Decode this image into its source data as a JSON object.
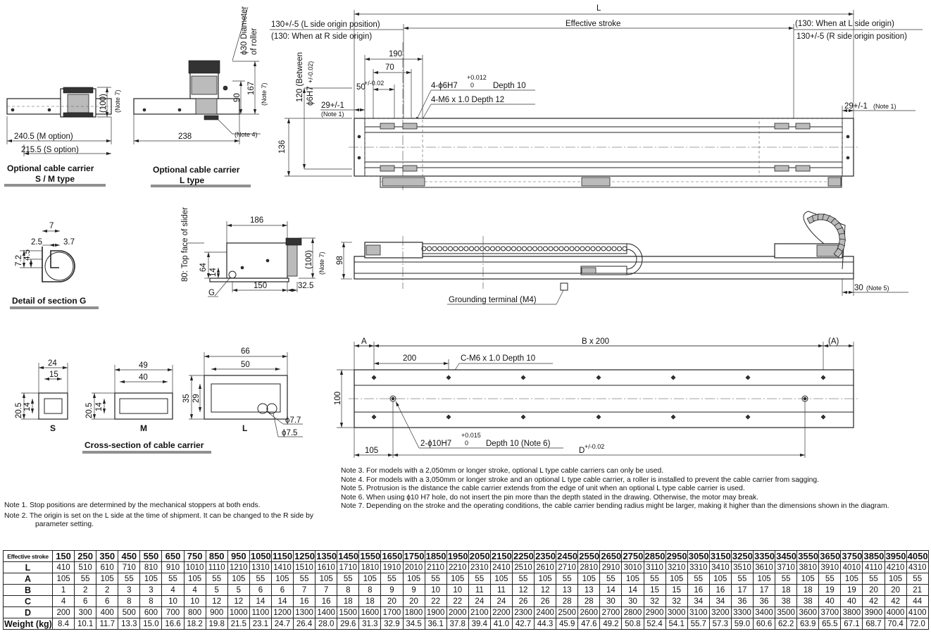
{
  "labels": {
    "L": "L",
    "origin_l_pos": "130+/-5 (L side origin position)",
    "origin_r": "(130: When at R side origin)",
    "effective_stroke": "Effective stroke",
    "origin_l": "(130: When at L side origin)",
    "origin_r_pos": "130+/-5 (R side origin position)",
    "d190": "190",
    "d70": "70",
    "d50": "50",
    "d50_tol": "+/-0.02",
    "hole_6h7": "4-ϕ6H7",
    "hole_6h7_tol_up": "+0.012",
    "hole_6h7_tol_dn": "0",
    "hole_6h7_depth": "Depth 10",
    "m6_depth12": "4-M6 x 1.0 Depth 12",
    "d29_left": "29+/-1",
    "note1_tag": "(Note 1)",
    "d29_right": "29+/-1",
    "note1_tag_r": "(Note 1)",
    "v120": "120 (Between",
    "v6h7": "ϕ6H7",
    "v6h7_tol": "+/-0.02)",
    "v136": "136",
    "phi30": "ϕ30 Diameter",
    "of_roller": "of roller",
    "v167": "167",
    "note7_a": "(Note 7)",
    "v90": "90",
    "note4_tag": "(Note 4)",
    "d238": "238",
    "v100_sm": "(100)",
    "note7_b": "(Note 7)",
    "d240": "240.5 (M option)",
    "d215": "215.5 (S option)",
    "cap_sm_1": "Optional cable carrier",
    "cap_sm_2": "S / M type",
    "cap_l_1": "Optional cable carrier",
    "cap_l_2": "L type",
    "g7": "7",
    "g25": "2.5",
    "g37": "3.7",
    "g72": "7.2",
    "g45": "4.5",
    "cap_g": "Detail of section G",
    "top_face": "80: Top face of slider",
    "d186": "186",
    "v64": "64",
    "v14": "14",
    "d150": "150",
    "d325": "32.5",
    "g_label": "G",
    "v100_side": "(100)",
    "note7_c": "(Note 7)",
    "v98": "98",
    "grounding": "Grounding terminal (M4)",
    "d30": "30",
    "note5_tag": "(Note 5)",
    "A": "A",
    "Bx200": "B x 200",
    "A_paren": "(A)",
    "d200": "200",
    "c_m6": "C-M6 x 1.0 Depth 10",
    "v100_bot": "100",
    "hole_10h7": "2-ϕ10H7",
    "hole_10h7_tol_up": "+0.015",
    "hole_10h7_tol_dn": "0",
    "hole_10h7_depth": "Depth 10 (Note 6)",
    "d105": "105",
    "D": "D",
    "D_tol": "+/-0.02",
    "cs24": "24",
    "cs15": "15",
    "cs205a": "20.5",
    "cs14a": "14",
    "cs_S": "S",
    "cs49": "49",
    "cs40": "40",
    "cs205b": "20.5",
    "cs14b": "14",
    "cs_M": "M",
    "cs66": "66",
    "cs50": "50",
    "cs35": "35",
    "cs29": "29",
    "cs_L": "L",
    "phi77": "ϕ7.7",
    "phi75": "ϕ7.5",
    "cap_cs": "Cross-section of cable carrier"
  },
  "notes_left": [
    "Note 1. Stop positions are determined by the mechanical stoppers at both ends.",
    "Note 2. The origin is set on the L side at the time of shipment. It can be changed to the R side by parameter setting."
  ],
  "notes_right": [
    "Note 3. For models with a 2,050mm or longer stroke, optional L type cable carriers can only be used.",
    "Note 4. For models with a 3,050mm or longer stroke and an optional L type cable carrier, a roller is installed to prevent the cable carrier from sagging.",
    "Note 5. Protrusion is the distance the cable carrier extends from the edge of unit when an optional L type cable carrier is used.",
    "Note 6. When using ϕ10 H7 hole, do not insert the pin more than the depth stated in the drawing. Otherwise, the motor may break.",
    "Note 7. Depending on the stroke and the operating conditions, the cable carrier bending radius might be larger, making it higher than the dimensions shown in the diagram."
  ],
  "table": {
    "rows": [
      {
        "label": "Effective stroke",
        "values": [
          "150",
          "250",
          "350",
          "450",
          "550",
          "650",
          "750",
          "850",
          "950",
          "1050",
          "1150",
          "1250",
          "1350",
          "1450",
          "1550",
          "1650",
          "1750",
          "1850",
          "1950",
          "2050",
          "2150",
          "2250",
          "2350",
          "2450",
          "2550",
          "2650",
          "2750",
          "2850",
          "2950",
          "3050",
          "3150",
          "3250",
          "3350",
          "3450",
          "3550",
          "3650",
          "3750",
          "3850",
          "3950",
          "4050"
        ]
      },
      {
        "label": "L",
        "values": [
          "410",
          "510",
          "610",
          "710",
          "810",
          "910",
          "1010",
          "1110",
          "1210",
          "1310",
          "1410",
          "1510",
          "1610",
          "1710",
          "1810",
          "1910",
          "2010",
          "2110",
          "2210",
          "2310",
          "2410",
          "2510",
          "2610",
          "2710",
          "2810",
          "2910",
          "3010",
          "3110",
          "3210",
          "3310",
          "3410",
          "3510",
          "3610",
          "3710",
          "3810",
          "3910",
          "4010",
          "4110",
          "4210",
          "4310"
        ]
      },
      {
        "label": "A",
        "values": [
          "105",
          "55",
          "105",
          "55",
          "105",
          "55",
          "105",
          "55",
          "105",
          "55",
          "105",
          "55",
          "105",
          "55",
          "105",
          "55",
          "105",
          "55",
          "105",
          "55",
          "105",
          "55",
          "105",
          "55",
          "105",
          "55",
          "105",
          "55",
          "105",
          "55",
          "105",
          "55",
          "105",
          "55",
          "105",
          "55",
          "105",
          "55",
          "105",
          "55"
        ]
      },
      {
        "label": "B",
        "values": [
          "1",
          "2",
          "2",
          "3",
          "3",
          "4",
          "4",
          "5",
          "5",
          "6",
          "6",
          "7",
          "7",
          "8",
          "8",
          "9",
          "9",
          "10",
          "10",
          "11",
          "11",
          "12",
          "12",
          "13",
          "13",
          "14",
          "14",
          "15",
          "15",
          "16",
          "16",
          "17",
          "17",
          "18",
          "18",
          "19",
          "19",
          "20",
          "20",
          "21"
        ]
      },
      {
        "label": "C",
        "values": [
          "4",
          "6",
          "6",
          "8",
          "8",
          "10",
          "10",
          "12",
          "12",
          "14",
          "14",
          "16",
          "16",
          "18",
          "18",
          "20",
          "20",
          "22",
          "22",
          "24",
          "24",
          "26",
          "26",
          "28",
          "28",
          "30",
          "30",
          "32",
          "32",
          "34",
          "34",
          "36",
          "36",
          "38",
          "38",
          "40",
          "40",
          "42",
          "42",
          "44"
        ]
      },
      {
        "label": "D",
        "values": [
          "200",
          "300",
          "400",
          "500",
          "600",
          "700",
          "800",
          "900",
          "1000",
          "1100",
          "1200",
          "1300",
          "1400",
          "1500",
          "1600",
          "1700",
          "1800",
          "1900",
          "2000",
          "2100",
          "2200",
          "2300",
          "2400",
          "2500",
          "2600",
          "2700",
          "2800",
          "2900",
          "3000",
          "3100",
          "3200",
          "3300",
          "3400",
          "3500",
          "3600",
          "3700",
          "3800",
          "3900",
          "4000",
          "4100"
        ]
      },
      {
        "label": "Weight (kg)",
        "values": [
          "8.4",
          "10.1",
          "11.7",
          "13.3",
          "15.0",
          "16.6",
          "18.2",
          "19.8",
          "21.5",
          "23.1",
          "24.7",
          "26.4",
          "28.0",
          "29.6",
          "31.3",
          "32.9",
          "34.5",
          "36.1",
          "37.8",
          "39.4",
          "41.0",
          "42.7",
          "44.3",
          "45.9",
          "47.6",
          "49.2",
          "50.8",
          "52.4",
          "54.1",
          "55.7",
          "57.3",
          "59.0",
          "60.6",
          "62.2",
          "63.9",
          "65.5",
          "67.1",
          "68.7",
          "70.4",
          "72.0"
        ]
      }
    ]
  }
}
